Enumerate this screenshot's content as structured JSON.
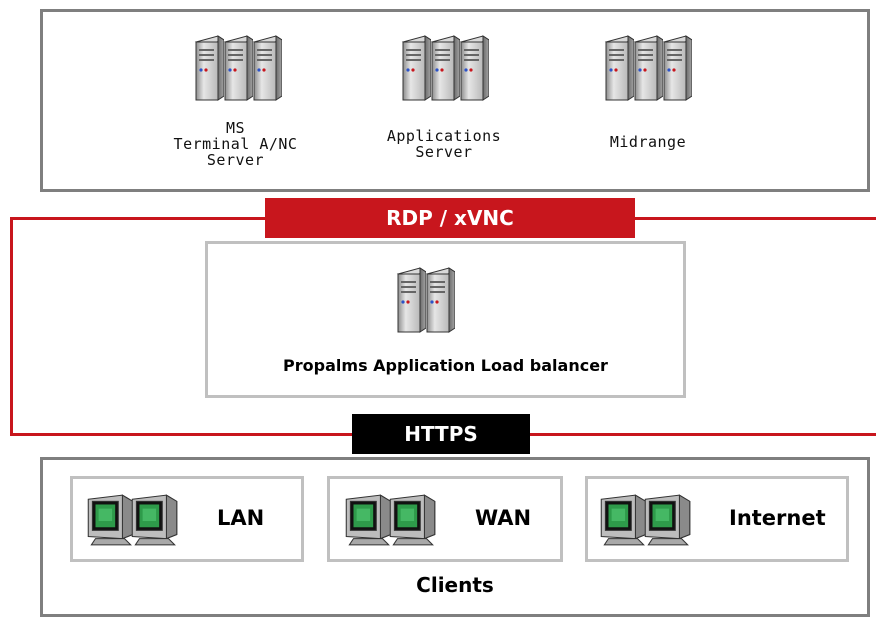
{
  "servers": [
    {
      "icon": "server-tower-icon",
      "label_lines": [
        "MS",
        "Terminal A/NC",
        "Server"
      ]
    },
    {
      "icon": "server-tower-icon",
      "label_lines": [
        "Applications",
        "Server"
      ]
    },
    {
      "icon": "server-tower-icon",
      "label_lines": [
        "Midrange"
      ]
    }
  ],
  "protocol_top": "RDP / xVNC",
  "load_balancer": {
    "label": "Propalms Application Load balancer",
    "icon": "server-tower-icon"
  },
  "protocol_bottom": "HTTPS",
  "clients": {
    "label": "Clients",
    "items": [
      {
        "icon": "desktop-computer-icon",
        "label": "LAN"
      },
      {
        "icon": "desktop-computer-icon",
        "label": "WAN"
      },
      {
        "icon": "desktop-computer-icon",
        "label": "Internet"
      }
    ]
  },
  "colors": {
    "protocol_red": "#c8161d",
    "protocol_black": "#000000",
    "panel_border": "#7f7f7f",
    "inner_border": "#c0c0c0",
    "screen_green": "#2e9b4a"
  }
}
